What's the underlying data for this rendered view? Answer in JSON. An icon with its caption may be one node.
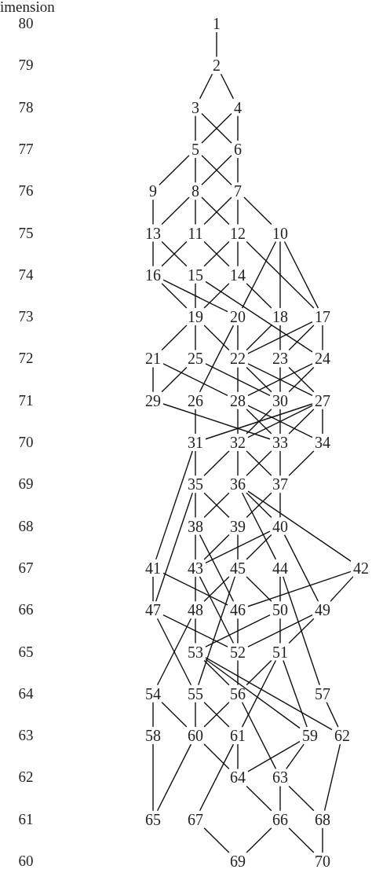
{
  "diagram": {
    "nodes": [
      {
        "text": [
          "1"
        ]
      },
      {
        "text": [
          "2"
        ]
      },
      {
        "text": [
          "3"
        ]
      },
      {
        "text": [
          "4"
        ]
      },
      {
        "text": [
          "5"
        ]
      },
      {
        "text": [
          "6"
        ]
      },
      {
        "text": [
          "7"
        ]
      },
      {
        "text": [
          "8"
        ]
      },
      {
        "text": [
          "9"
        ]
      },
      {
        "text": [
          "10"
        ]
      },
      {
        "text": [
          "11"
        ]
      },
      {
        "text": [
          "12"
        ]
      },
      {
        "text": [
          "13"
        ]
      },
      {
        "text": [
          "14"
        ]
      },
      {
        "text": [
          "15"
        ]
      },
      {
        "text": [
          "16"
        ]
      },
      {
        "text": [
          "17"
        ]
      },
      {
        "text": [
          "18"
        ]
      },
      {
        "text": [
          "19"
        ]
      },
      {
        "text": [
          "20"
        ]
      },
      {
        "text": [
          "21"
        ]
      },
      {
        "text": [
          "22"
        ]
      },
      {
        "text": [
          "23"
        ]
      },
      {
        "text": [
          "24"
        ]
      },
      {
        "text": [
          "25"
        ]
      },
      {
        "text": [
          "26"
        ]
      },
      {
        "text": [
          "27"
        ]
      },
      {
        "text": [
          "28"
        ]
      },
      {
        "text": [
          "29"
        ]
      },
      {
        "text": [
          "30"
        ]
      },
      {
        "text": [
          "31"
        ]
      },
      {
        "text": [
          "32"
        ]
      },
      {
        "text": [
          "33"
        ]
      },
      {
        "text": [
          "34"
        ]
      },
      {
        "text": [
          "35"
        ]
      },
      {
        "text": [
          "36"
        ]
      },
      {
        "text": [
          "37"
        ]
      },
      {
        "text": [
          "38"
        ]
      },
      {
        "text": [
          "39"
        ]
      },
      {
        "text": [
          "40"
        ]
      },
      {
        "text": [
          "41"
        ]
      },
      {
        "text": [
          "42"
        ]
      },
      {
        "text": [
          "43"
        ]
      },
      {
        "text": [
          "44"
        ]
      },
      {
        "text": [
          "45"
        ]
      },
      {
        "text": [
          "46"
        ]
      },
      {
        "text": [
          "47"
        ]
      },
      {
        "text": [
          "48"
        ]
      },
      {
        "text": [
          "49"
        ]
      },
      {
        "text": [
          "50"
        ]
      },
      {
        "text": [
          "51"
        ]
      },
      {
        "text": [
          "52"
        ]
      },
      {
        "text": [
          "53"
        ]
      },
      {
        "text": [
          "54"
        ]
      },
      {
        "text": [
          "55"
        ]
      },
      {
        "text": [
          "56"
        ]
      },
      {
        "text": [
          "57"
        ]
      },
      {
        "text": [
          "58"
        ]
      },
      {
        "text": [
          "59"
        ]
      },
      {
        "text": [
          "60"
        ]
      },
      {
        "text": [
          "61"
        ]
      },
      {
        "text": [
          "62"
        ]
      },
      {
        "text": [
          "63"
        ]
      },
      {
        "text": [
          "64"
        ]
      },
      {
        "text": [
          "65"
        ]
      },
      {
        "text": [
          "66"
        ]
      },
      {
        "text": [
          "67"
        ]
      },
      {
        "text": [
          "68"
        ]
      },
      {
        "text": [
          "69"
        ]
      },
      {
        "text": [
          "70"
        ]
      }
    ],
    "edges": [
      {
        "from": 0,
        "to": 1,
        "arrow": "none"
      },
      {
        "from": 1,
        "to": 2,
        "arrow": "none"
      },
      {
        "from": 1,
        "to": 3,
        "arrow": "none"
      },
      {
        "from": 2,
        "to": 4,
        "arrow": "none"
      },
      {
        "from": 2,
        "to": 5,
        "arrow": "none"
      },
      {
        "from": 3,
        "to": 4,
        "arrow": "none"
      },
      {
        "from": 3,
        "to": 5,
        "arrow": "none"
      },
      {
        "from": 4,
        "to": 8,
        "arrow": "none"
      },
      {
        "from": 4,
        "to": 7,
        "arrow": "none"
      },
      {
        "from": 4,
        "to": 6,
        "arrow": "none"
      },
      {
        "from": 5,
        "to": 7,
        "arrow": "none"
      },
      {
        "from": 5,
        "to": 6,
        "arrow": "none"
      },
      {
        "from": 8,
        "to": 12,
        "arrow": "none"
      },
      {
        "from": 7,
        "to": 12,
        "arrow": "none"
      },
      {
        "from": 7,
        "to": 10,
        "arrow": "none"
      },
      {
        "from": 7,
        "to": 11,
        "arrow": "none"
      },
      {
        "from": 6,
        "to": 10,
        "arrow": "none"
      },
      {
        "from": 6,
        "to": 11,
        "arrow": "none"
      },
      {
        "from": 6,
        "to": 9,
        "arrow": "none"
      },
      {
        "from": 12,
        "to": 15,
        "arrow": "none"
      },
      {
        "from": 12,
        "to": 14,
        "arrow": "none"
      },
      {
        "from": 10,
        "to": 15,
        "arrow": "none"
      },
      {
        "from": 10,
        "to": 13,
        "arrow": "none"
      },
      {
        "from": 11,
        "to": 14,
        "arrow": "none"
      },
      {
        "from": 11,
        "to": 13,
        "arrow": "none"
      },
      {
        "from": 11,
        "to": 16,
        "arrow": "none"
      },
      {
        "from": 9,
        "to": 19,
        "arrow": "none"
      },
      {
        "from": 9,
        "to": 17,
        "arrow": "none"
      },
      {
        "from": 9,
        "to": 16,
        "arrow": "none"
      },
      {
        "from": 15,
        "to": 18,
        "arrow": "none"
      },
      {
        "from": 15,
        "to": 19,
        "arrow": "none"
      },
      {
        "from": 14,
        "to": 18,
        "arrow": "none"
      },
      {
        "from": 14,
        "to": 23,
        "arrow": "none"
      },
      {
        "from": 13,
        "to": 18,
        "arrow": "none"
      },
      {
        "from": 13,
        "to": 17,
        "arrow": "none"
      },
      {
        "from": 18,
        "to": 20,
        "arrow": "none"
      },
      {
        "from": 18,
        "to": 24,
        "arrow": "none"
      },
      {
        "from": 18,
        "to": 21,
        "arrow": "none"
      },
      {
        "from": 19,
        "to": 21,
        "arrow": "none"
      },
      {
        "from": 19,
        "to": 25,
        "arrow": "none"
      },
      {
        "from": 17,
        "to": 21,
        "arrow": "none"
      },
      {
        "from": 17,
        "to": 22,
        "arrow": "none"
      },
      {
        "from": 16,
        "to": 21,
        "arrow": "none"
      },
      {
        "from": 16,
        "to": 22,
        "arrow": "none"
      },
      {
        "from": 16,
        "to": 23,
        "arrow": "none"
      },
      {
        "from": 20,
        "to": 28,
        "arrow": "none"
      },
      {
        "from": 20,
        "to": 27,
        "arrow": "none"
      },
      {
        "from": 24,
        "to": 28,
        "arrow": "none"
      },
      {
        "from": 24,
        "to": 29,
        "arrow": "none"
      },
      {
        "from": 21,
        "to": 27,
        "arrow": "none"
      },
      {
        "from": 21,
        "to": 29,
        "arrow": "none"
      },
      {
        "from": 21,
        "to": 26,
        "arrow": "none"
      },
      {
        "from": 22,
        "to": 29,
        "arrow": "none"
      },
      {
        "from": 22,
        "to": 26,
        "arrow": "none"
      },
      {
        "from": 23,
        "to": 27,
        "arrow": "none"
      },
      {
        "from": 23,
        "to": 29,
        "arrow": "none"
      },
      {
        "from": 28,
        "to": 32,
        "arrow": "none"
      },
      {
        "from": 25,
        "to": 30,
        "arrow": "none"
      },
      {
        "from": 27,
        "to": 31,
        "arrow": "none"
      },
      {
        "from": 27,
        "to": 32,
        "arrow": "none"
      },
      {
        "from": 27,
        "to": 33,
        "arrow": "none"
      },
      {
        "from": 29,
        "to": 31,
        "arrow": "none"
      },
      {
        "from": 29,
        "to": 32,
        "arrow": "none"
      },
      {
        "from": 26,
        "to": 30,
        "arrow": "none"
      },
      {
        "from": 26,
        "to": 31,
        "arrow": "none"
      },
      {
        "from": 26,
        "to": 32,
        "arrow": "none"
      },
      {
        "from": 26,
        "to": 33,
        "arrow": "none"
      },
      {
        "from": 30,
        "to": 34,
        "arrow": "none"
      },
      {
        "from": 30,
        "to": 40,
        "arrow": "none"
      },
      {
        "from": 31,
        "to": 34,
        "arrow": "none"
      },
      {
        "from": 31,
        "to": 35,
        "arrow": "none"
      },
      {
        "from": 31,
        "to": 36,
        "arrow": "none"
      },
      {
        "from": 32,
        "to": 35,
        "arrow": "none"
      },
      {
        "from": 32,
        "to": 36,
        "arrow": "none"
      },
      {
        "from": 33,
        "to": 36,
        "arrow": "none"
      },
      {
        "from": 34,
        "to": 37,
        "arrow": "none"
      },
      {
        "from": 34,
        "to": 38,
        "arrow": "none"
      },
      {
        "from": 34,
        "to": 46,
        "arrow": "none"
      },
      {
        "from": 35,
        "to": 37,
        "arrow": "none"
      },
      {
        "from": 35,
        "to": 39,
        "arrow": "none"
      },
      {
        "from": 35,
        "to": 43,
        "arrow": "none"
      },
      {
        "from": 35,
        "to": 41,
        "arrow": "none"
      },
      {
        "from": 36,
        "to": 38,
        "arrow": "none"
      },
      {
        "from": 36,
        "to": 39,
        "arrow": "none"
      },
      {
        "from": 37,
        "to": 42,
        "arrow": "none"
      },
      {
        "from": 37,
        "to": 45,
        "arrow": "none"
      },
      {
        "from": 38,
        "to": 42,
        "arrow": "none"
      },
      {
        "from": 38,
        "to": 44,
        "arrow": "none"
      },
      {
        "from": 39,
        "to": 42,
        "arrow": "none"
      },
      {
        "from": 39,
        "to": 44,
        "arrow": "none"
      },
      {
        "from": 39,
        "to": 48,
        "arrow": "none"
      },
      {
        "from": 40,
        "to": 46,
        "arrow": "none"
      },
      {
        "from": 40,
        "to": 45,
        "arrow": "none"
      },
      {
        "from": 42,
        "to": 47,
        "arrow": "none"
      },
      {
        "from": 42,
        "to": 51,
        "arrow": "none"
      },
      {
        "from": 44,
        "to": 47,
        "arrow": "none"
      },
      {
        "from": 44,
        "to": 54,
        "arrow": "none"
      },
      {
        "from": 44,
        "to": 49,
        "arrow": "none"
      },
      {
        "from": 43,
        "to": 49,
        "arrow": "none"
      },
      {
        "from": 43,
        "to": 56,
        "arrow": "none"
      },
      {
        "from": 41,
        "to": 45,
        "arrow": "none"
      },
      {
        "from": 41,
        "to": 48,
        "arrow": "none"
      },
      {
        "from": 46,
        "to": 51,
        "arrow": "none"
      },
      {
        "from": 46,
        "to": 54,
        "arrow": "none"
      },
      {
        "from": 47,
        "to": 52,
        "arrow": "none"
      },
      {
        "from": 47,
        "to": 53,
        "arrow": "none"
      },
      {
        "from": 45,
        "to": 51,
        "arrow": "none"
      },
      {
        "from": 49,
        "to": 52,
        "arrow": "none"
      },
      {
        "from": 49,
        "to": 50,
        "arrow": "none"
      },
      {
        "from": 48,
        "to": 51,
        "arrow": "none"
      },
      {
        "from": 48,
        "to": 50,
        "arrow": "none"
      },
      {
        "from": 52,
        "to": 55,
        "arrow": "none"
      },
      {
        "from": 52,
        "to": 58,
        "arrow": "none"
      },
      {
        "from": 52,
        "to": 61,
        "arrow": "none"
      },
      {
        "from": 51,
        "to": 55,
        "arrow": "none"
      },
      {
        "from": 50,
        "to": 55,
        "arrow": "none"
      },
      {
        "from": 50,
        "to": 60,
        "arrow": "none"
      },
      {
        "from": 50,
        "to": 58,
        "arrow": "none"
      },
      {
        "from": 53,
        "to": 57,
        "arrow": "none"
      },
      {
        "from": 53,
        "to": 59,
        "arrow": "none"
      },
      {
        "from": 54,
        "to": 59,
        "arrow": "none"
      },
      {
        "from": 54,
        "to": 60,
        "arrow": "none"
      },
      {
        "from": 55,
        "to": 59,
        "arrow": "none"
      },
      {
        "from": 55,
        "to": 62,
        "arrow": "none"
      },
      {
        "from": 56,
        "to": 61,
        "arrow": "none"
      },
      {
        "from": 59,
        "to": 63,
        "arrow": "none"
      },
      {
        "from": 59,
        "to": 64,
        "arrow": "none"
      },
      {
        "from": 60,
        "to": 63,
        "arrow": "none"
      },
      {
        "from": 60,
        "to": 66,
        "arrow": "none"
      },
      {
        "from": 58,
        "to": 63,
        "arrow": "none"
      },
      {
        "from": 58,
        "to": 62,
        "arrow": "none"
      },
      {
        "from": 61,
        "to": 67,
        "arrow": "none"
      },
      {
        "from": 57,
        "to": 64,
        "arrow": "none"
      },
      {
        "from": 63,
        "to": 65,
        "arrow": "none"
      },
      {
        "from": 62,
        "to": 65,
        "arrow": "none"
      },
      {
        "from": 62,
        "to": 67,
        "arrow": "none"
      },
      {
        "from": 66,
        "to": 68,
        "arrow": "none"
      },
      {
        "from": 65,
        "to": 68,
        "arrow": "none"
      },
      {
        "from": 65,
        "to": 69,
        "arrow": "none"
      },
      {
        "from": 67,
        "to": 69,
        "arrow": "none"
      }
    ],
    "labels": [
      "imension",
      "80",
      "79",
      "78",
      "77",
      "76",
      "75",
      "74",
      "73",
      "72",
      "71",
      "70",
      "69",
      "68",
      "67",
      "66",
      "65",
      "64",
      "63",
      "62",
      "61",
      "60"
    ]
  }
}
